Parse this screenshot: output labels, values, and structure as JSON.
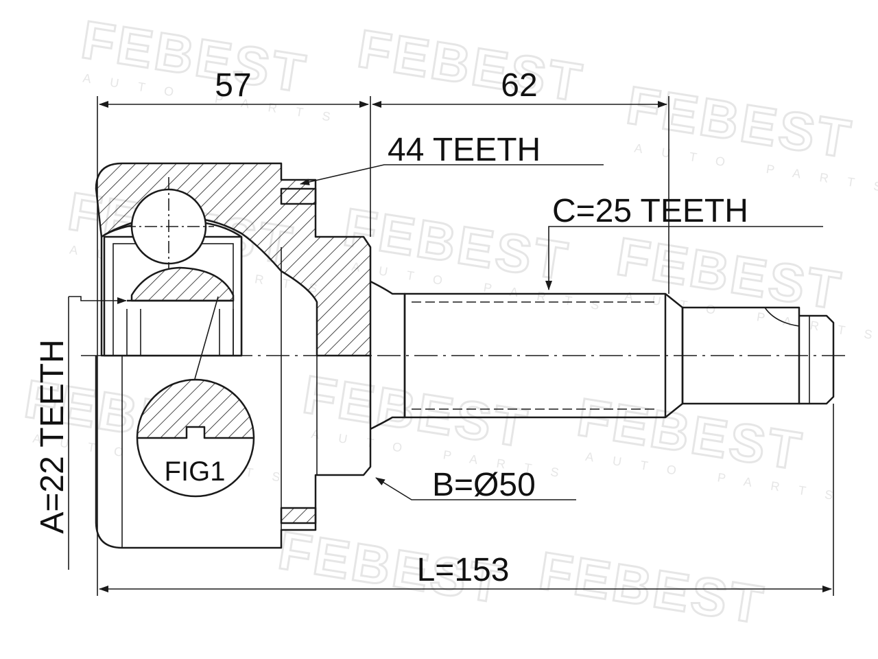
{
  "watermark": {
    "brand": "FEBEST",
    "sub": "AUTO PARTS"
  },
  "dimensions": {
    "top_left": "57",
    "top_right": "62",
    "outer_teeth": "44 TEETH",
    "spline_c": "C=25 TEETH",
    "diameter_b": "B=Ø50",
    "length_l": "L=153",
    "inner_a": "A=22 TEETH",
    "detail_label": "FIG1"
  },
  "colors": {
    "line": "#1a1a1a",
    "watermark": "#e6e6e6",
    "background": "#ffffff"
  }
}
